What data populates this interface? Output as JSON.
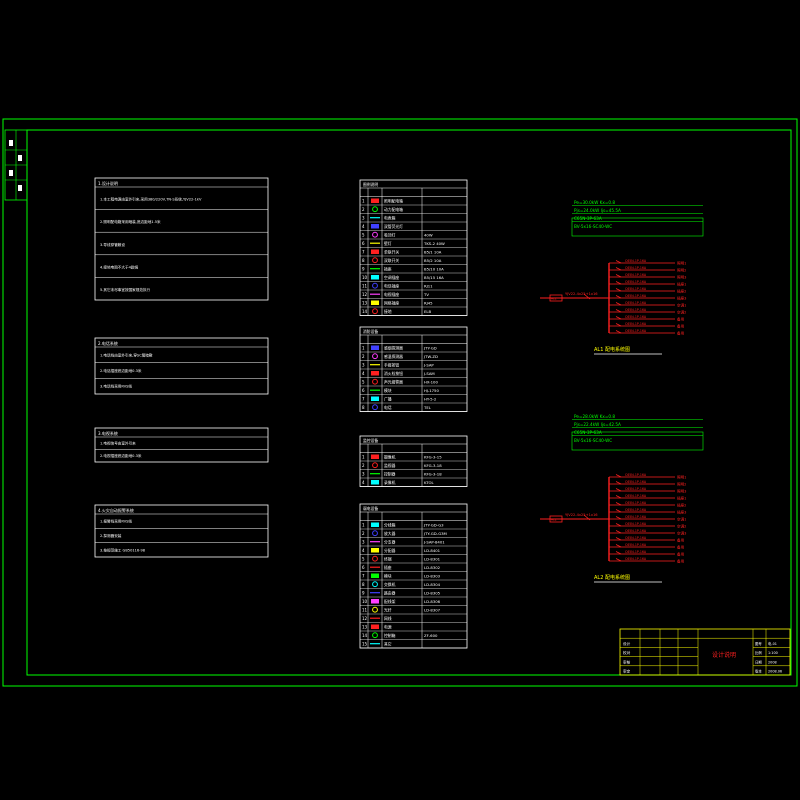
{
  "colors": {
    "frame": "#00ff00",
    "table": "#ffffff",
    "red": "#ff2020",
    "green": "#00ff00",
    "yellow": "#ffff00",
    "blue": "#4040ff",
    "cyan": "#00ffff",
    "magenta": "#ff40ff"
  },
  "notes": [
    {
      "title": "1.设计说明",
      "rows": [
        "1.本工程电源由室外引来,采用380/220V,TN-S系统,YJV22-1kV",
        "2.照明配电箱采用暗装,底边距地1.5米",
        "3.导线穿管敷设",
        "4.接地电阻不大于4欧姆",
        "5.其它未尽事宜按国家规范执行"
      ]
    },
    {
      "title": "2.电话系统",
      "rows": [
        "1.电话线由室外引来,穿SC管暗敷",
        "2.电话插座底边距地0.3米",
        "3.电话线采用RVS线"
      ]
    },
    {
      "title": "3.电视系统",
      "rows": [
        "1.电视信号由室外引来",
        "2.电视插座底边距地0.3米"
      ]
    },
    {
      "title": "4.火灾自动报警系统",
      "rows": [
        "1.报警线采用RVS线",
        "2.探测器安装",
        "3.按规范施工 GB50116-98"
      ]
    }
  ],
  "legend_tables": [
    {
      "title": "图例说明",
      "rows": [
        [
          "1",
          "照明配电箱",
          ""
        ],
        [
          "2",
          "动力配电箱",
          ""
        ],
        [
          "3",
          "电表箱",
          ""
        ],
        [
          "4",
          "双管荧光灯",
          ""
        ],
        [
          "5",
          "吸顶灯",
          "40W"
        ],
        [
          "6",
          "壁灯",
          "TKS-2 40W"
        ],
        [
          "7",
          "单联开关",
          "B5/1 10A"
        ],
        [
          "8",
          "双联开关",
          "B5/2 10A"
        ],
        [
          "9",
          "插座",
          "B5/10 10A"
        ],
        [
          "10",
          "空调插座",
          "B5/15 16A"
        ],
        [
          "11",
          "电话插座",
          "RJ11"
        ],
        [
          "12",
          "电视插座",
          "TV"
        ],
        [
          "13",
          "网络插座",
          "RJ45"
        ],
        [
          "14",
          "接地",
          "ELB"
        ]
      ]
    },
    {
      "title": "消防设备",
      "rows": [
        [
          "1",
          "感烟探测器",
          "JTY-GD"
        ],
        [
          "2",
          "感温探测器",
          "JTW-ZD"
        ],
        [
          "3",
          "手报按钮",
          "J-SAP"
        ],
        [
          "4",
          "消火栓按钮",
          "J-SAM"
        ],
        [
          "5",
          "声光报警器",
          "HX-100"
        ],
        [
          "6",
          "模块",
          "HJ-1750"
        ],
        [
          "7",
          "广播",
          "HY-5-2"
        ],
        [
          "8",
          "电话",
          "TEL"
        ]
      ]
    },
    {
      "title": "监控设备",
      "rows": [
        [
          "1",
          "摄像机",
          "KFG-3-15"
        ],
        [
          "2",
          "监视器",
          "KFG-3-18"
        ],
        [
          "3",
          "控制器",
          "KFG-3-18"
        ],
        [
          "4",
          "录像机",
          "KTOL"
        ]
      ]
    },
    {
      "title": "弱电设备",
      "rows": [
        [
          "1",
          "分线箱",
          "JTY-GD-G3"
        ],
        [
          "2",
          "放大器",
          "JTY-GD-G3M"
        ],
        [
          "3",
          "分支器",
          "J-SAP-8401"
        ],
        [
          "4",
          "分配器",
          "LD-8401"
        ],
        [
          "5",
          "终端",
          "LD-8301"
        ],
        [
          "6",
          "插座",
          "LD-8302"
        ],
        [
          "7",
          "模块",
          "LD-8303"
        ],
        [
          "8",
          "交换机",
          "LD-8304"
        ],
        [
          "9",
          "路由器",
          "LD-8305"
        ],
        [
          "10",
          "配线架",
          "LD-8306"
        ],
        [
          "11",
          "光纤",
          "LD-8307"
        ],
        [
          "12",
          "网线",
          ""
        ],
        [
          "13",
          "电源",
          ""
        ],
        [
          "14",
          "控制箱",
          "ZF-600"
        ],
        [
          "15",
          "其它",
          ""
        ]
      ]
    }
  ],
  "panels": [
    {
      "header_lines": [
        "Pe=30.0kW  Kx=0.8",
        "Pjs=24.0kW  Ijs=45.5A",
        "C65N-3P-63A",
        "BV-5x16-SC40-WC"
      ],
      "incoming": "YJV22-4x25+1x16",
      "tag": "AL1",
      "branches": [
        "C65N-1P-16A",
        "C65N-1P-16A",
        "C65N-1P-16A",
        "C65N-1P-16A",
        "C65N-1P-16A",
        "C65N-1P-16A",
        "C65N-1P-16A",
        "C65N-1P-16A",
        "C65N-1P-16A",
        "C65N-1P-16A",
        "C65N-1P-16A"
      ],
      "loads": [
        "照明1",
        "照明2",
        "照明3",
        "插座1",
        "插座2",
        "插座3",
        "空调1",
        "空调2",
        "备用",
        "备用",
        "备用"
      ],
      "caption": "AL1 配电系统图"
    },
    {
      "header_lines": [
        "Pe=28.0kW  Kx=0.8",
        "Pjs=22.4kW  Ijs=42.5A",
        "C65N-3P-63A",
        "BV-5x16-SC40-WC"
      ],
      "incoming": "YJV22-4x25+1x16",
      "tag": "AL2",
      "branches": [
        "C65N-1P-16A",
        "C65N-1P-16A",
        "C65N-1P-16A",
        "C65N-1P-16A",
        "C65N-1P-16A",
        "C65N-1P-16A",
        "C65N-1P-16A",
        "C65N-1P-16A",
        "C65N-1P-16A",
        "C65N-1P-16A",
        "C65N-1P-16A",
        "C65N-1P-16A",
        "C65N-1P-16A"
      ],
      "loads": [
        "照明1",
        "照明2",
        "照明3",
        "插座1",
        "插座2",
        "插座3",
        "空调1",
        "空调2",
        "空调3",
        "备用",
        "备用",
        "备用",
        "备用"
      ],
      "caption": "AL2 配电系统图"
    }
  ],
  "title_block": {
    "drawing_title": "设计说明",
    "rows_left": [
      "设计",
      "校对",
      "审核",
      "审定"
    ],
    "rows_right": [
      "图号",
      "比例",
      "日期",
      "版本"
    ],
    "values_right": [
      "电-01",
      "1:100",
      "2008",
      "2008.06"
    ]
  }
}
